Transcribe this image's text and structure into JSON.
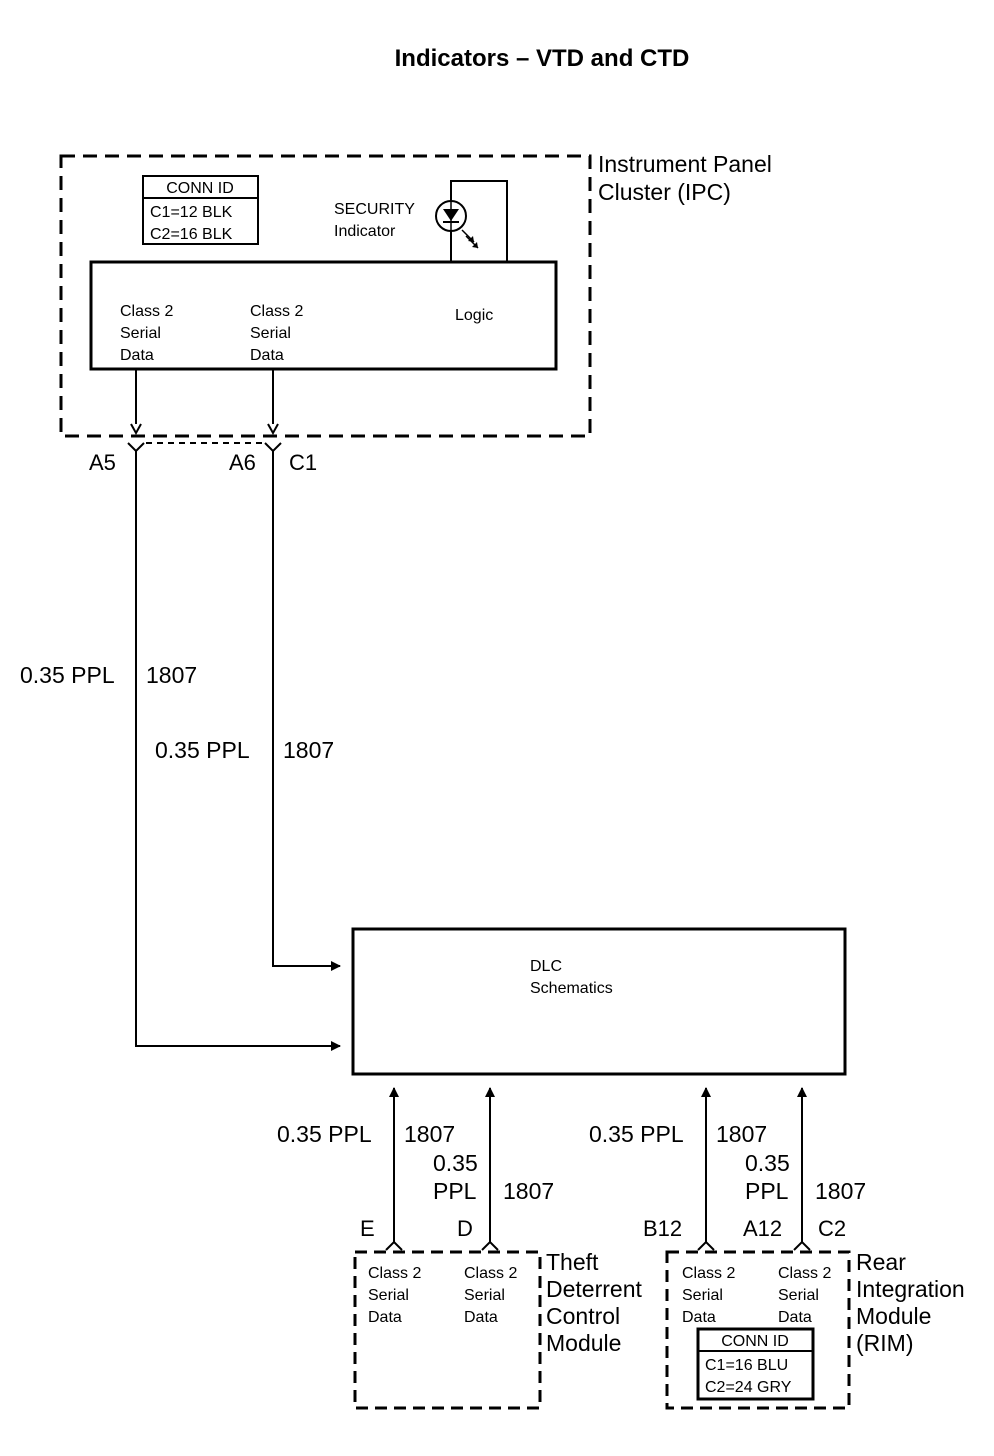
{
  "title": "Indicators – VTD and CTD",
  "ipc": {
    "name_line1": "Instrument Panel",
    "name_line2": "Cluster (IPC)",
    "conn_id": {
      "header": "CONN ID",
      "c1": "C1=12 BLK",
      "c2": "C2=16 BLK"
    },
    "security_line1": "SECURITY",
    "security_line2": "Indicator",
    "serial_a": [
      "Class 2",
      "Serial",
      "Data"
    ],
    "serial_b": [
      "Class 2",
      "Serial",
      "Data"
    ],
    "logic": "Logic"
  },
  "pins": {
    "ipc_a5": "A5",
    "ipc_a6": "A6",
    "ipc_c1": "C1",
    "tdcm_e": "E",
    "tdcm_d": "D",
    "rim_b12": "B12",
    "rim_a12": "A12",
    "rim_c2": "C2"
  },
  "wires": {
    "ipc_a5": {
      "size_color": "0.35 PPL",
      "circuit": "1807"
    },
    "ipc_a6": {
      "size_color": "0.35 PPL",
      "circuit": "1807"
    },
    "tdcm_e": {
      "size_color": "0.35 PPL",
      "circuit": "1807"
    },
    "tdcm_d": {
      "size_line1": "0.35",
      "size_line2": "PPL",
      "circuit": "1807"
    },
    "rim_b12": {
      "size_color": "0.35 PPL",
      "circuit": "1807"
    },
    "rim_a12": {
      "size_line1": "0.35",
      "size_line2": "PPL",
      "circuit": "1807"
    }
  },
  "dlc": {
    "line1": "DLC",
    "line2": "Schematics"
  },
  "tdcm": {
    "name": [
      "Theft",
      "Deterrent",
      "Control",
      "Module"
    ],
    "serial_a": [
      "Class 2",
      "Serial",
      "Data"
    ],
    "serial_b": [
      "Class 2",
      "Serial",
      "Data"
    ]
  },
  "rim": {
    "name": [
      "Rear",
      "Integration",
      "Module",
      "(RIM)"
    ],
    "serial_a": [
      "Class 2",
      "Serial",
      "Data"
    ],
    "serial_b": [
      "Class 2",
      "Serial",
      "Data"
    ],
    "conn_id": {
      "header": "CONN ID",
      "c1": "C1=16 BLU",
      "c2": "C2=24 GRY"
    }
  }
}
